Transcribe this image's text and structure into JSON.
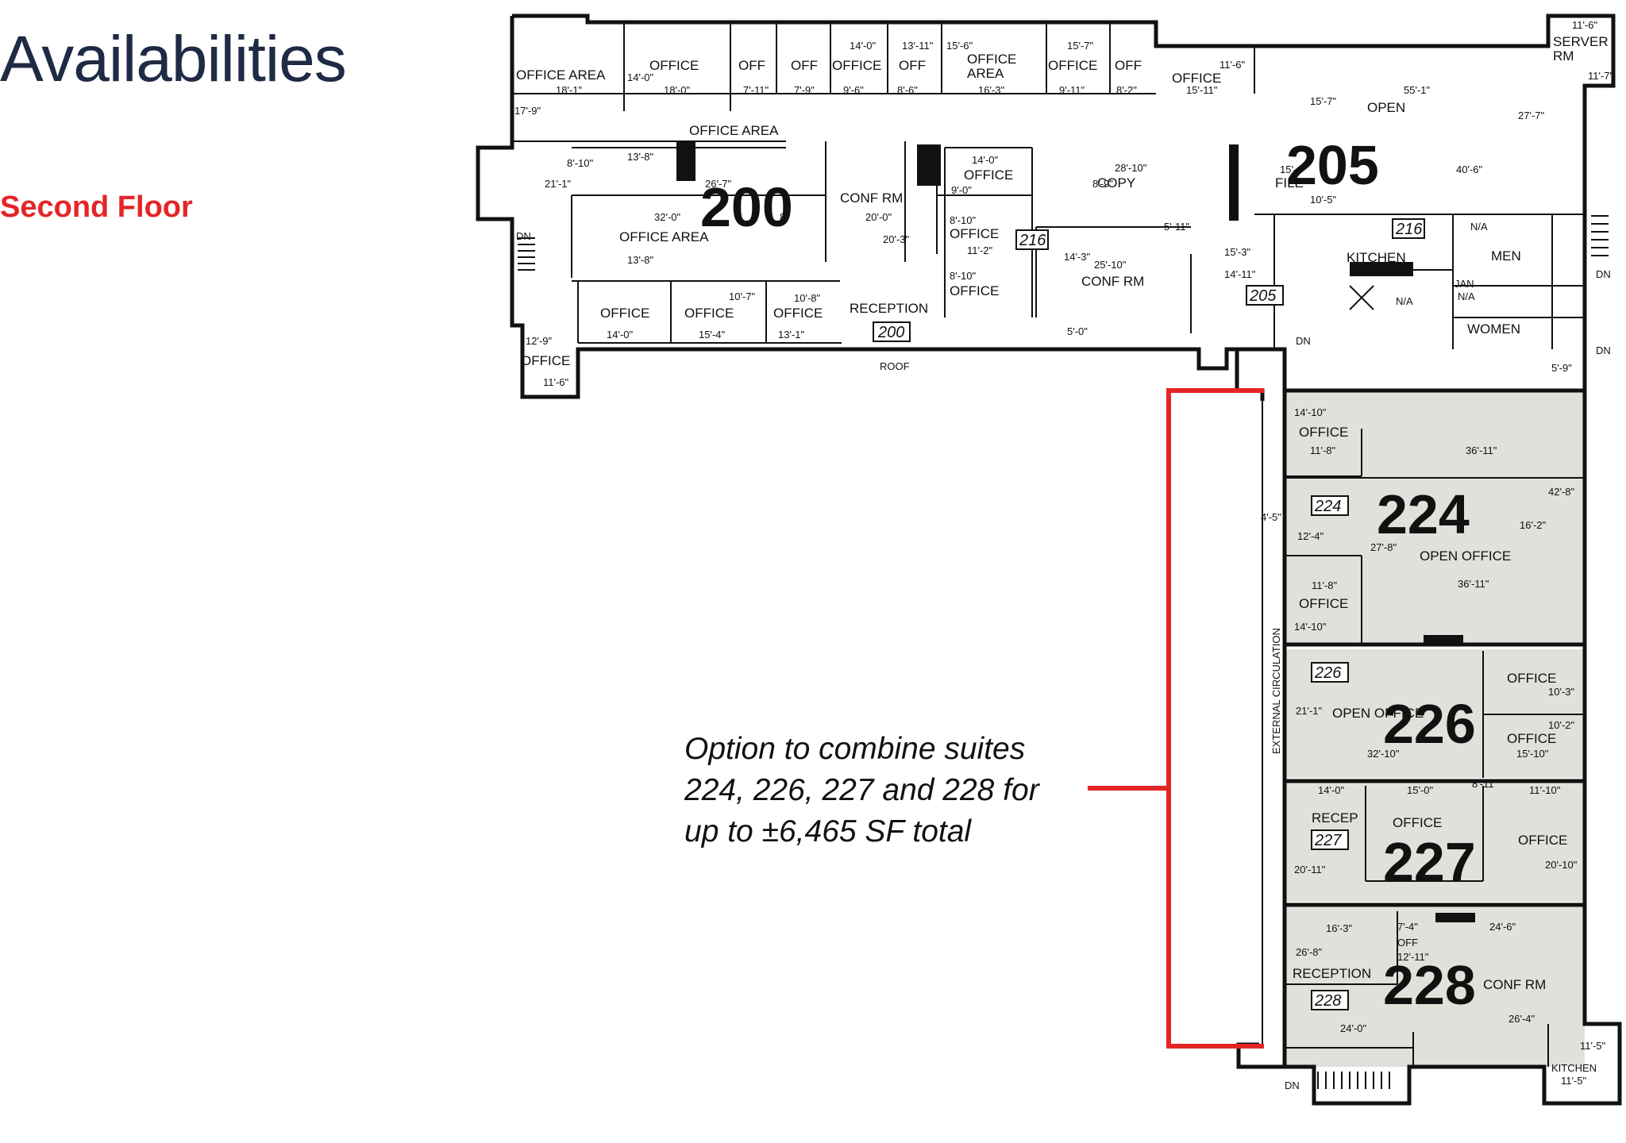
{
  "header": {
    "title": "Availabilities",
    "subtitle": "Second Floor"
  },
  "callout": {
    "lines": [
      "Option to combine suites",
      "224, 226, 227 and 228 for",
      "up to ±6,465 SF total"
    ]
  },
  "colors": {
    "accent": "#e42526",
    "suite_fill": "#e1e0da",
    "wall": "#111111"
  },
  "suites": {
    "s200": "200",
    "s205": "205",
    "s224": "224",
    "s226": "226",
    "s227": "227",
    "s228": "228",
    "s216": "216"
  },
  "rooms": {
    "office_area_1": "OFFICE AREA",
    "office_1": "OFFICE",
    "off_1": "OFF",
    "off_2": "OFF",
    "office_2": "OFFICE",
    "off_3": "OFF",
    "office_area_2": "OFFICE\nAREA",
    "office_3": "OFFICE",
    "off_4": "OFF",
    "office_4": "OFFICE",
    "server_rm": "SERVER\nRM",
    "open": "OPEN",
    "office_area_3": "OFFICE AREA",
    "office_5": "OFFICE",
    "copy": "COPY",
    "file": "FILE",
    "conf_rm_1": "CONF RM",
    "office_area_4": "OFFICE AREA",
    "office_6": "OFFICE",
    "office_7": "OFFICE",
    "conf_rm_2": "CONF RM",
    "kitchen_1": "KITCHEN",
    "men": "MEN",
    "women": "WOMEN",
    "jan": "JAN",
    "na_1": "N/A",
    "na_2": "N/A",
    "na_3": "N/A",
    "office_8": "OFFICE",
    "office_9": "OFFICE",
    "office_10": "OFFICE",
    "reception_1": "RECEPTION",
    "office_11": "OFFICE",
    "roof": "ROOF",
    "dn_1": "DN",
    "dn_2": "DN",
    "dn_3": "DN",
    "dn_4": "DN",
    "dn_5": "DN",
    "office_224a": "OFFICE",
    "open_office_224": "OPEN OFFICE",
    "office_224b": "OFFICE",
    "external_circulation": "EXTERNAL CIRCULATION",
    "office_226a": "OFFICE",
    "open_office_226": "OPEN OFFICE",
    "office_226b": "OFFICE",
    "recep_227": "RECEP",
    "office_227a": "OFFICE",
    "office_227b": "OFFICE",
    "reception_228": "RECEPTION",
    "off_228": "OFF",
    "conf_rm_228": "CONF RM",
    "kitchen_228": "KITCHEN"
  },
  "dims": {
    "d1": "18'-1\"",
    "d2": "14'-0\"",
    "d3": "18'-0\"",
    "d4": "7'-11\"",
    "d5": "7'-9\"",
    "d6": "14'-0\"",
    "d7": "9'-6\"",
    "d8": "13'-11\"",
    "d9": "8'-6\"",
    "d10": "15'-6\"",
    "d11": "16'-3\"",
    "d12": "15'-7\"",
    "d13": "9'-11\"",
    "d14": "8'-2\"",
    "d15": "11'-6\"",
    "d16": "15'-11\"",
    "d17": "11'-6\"",
    "d18": "11'-7\"",
    "d19": "55'-1\"",
    "d20": "15'-7\"",
    "d21": "27'-7\"",
    "d22": "17'-9\"",
    "d23": "8'-10\"",
    "d24": "13'-8\"",
    "d25": "21'-1\"",
    "d26": "26'-7\"",
    "d27": "14'-0\"",
    "d28": "9'-0\"",
    "d29": "28'-10\"",
    "d30": "8'-9\"",
    "d31": "15'-",
    "d32": "40'-6\"",
    "d33": "10'-5\"",
    "d34": "32'-0\"",
    "d35": "13'-8\"",
    "d36": "20'-0\"",
    "d37": "20'-3\"",
    "d38": "8'-10\"",
    "d39": "11'-2\"",
    "d40": "5'-11\"",
    "d41": "14'-3\"",
    "d42": "25'-10\"",
    "d43": "15'-3\"",
    "d44": "14'-11\"",
    "d45": "8'-10\"",
    "d46": "10'-7\"",
    "d47": "10'-8\"",
    "d48": "14'-0\"",
    "d49": "15'-4\"",
    "d50": "13'-1\"",
    "d51": "12'-9\"",
    "d52": "11'-6\"",
    "d53": "5'-0\"",
    "d54": "5'-9\"",
    "d55": "8'",
    "d56": "14'-10\"",
    "d57": "11'-8\"",
    "d58": "36'-11\"",
    "d59": "42'-8\"",
    "d60": "4'-5\"",
    "d61": "16'-2\"",
    "d62": "12'-4\"",
    "d63": "27'-8\"",
    "d64": "36'-11\"",
    "d65": "11'-8\"",
    "d66": "14'-10\"",
    "d67": "10'-3\"",
    "d68": "21'-1\"",
    "d69": "10'-2\"",
    "d70": "15'-10\"",
    "d71": "32'-10\"",
    "d72": "14'-0\"",
    "d73": "15'-0\"",
    "d74": "8'-11\"",
    "d75": "11'-10\"",
    "d76": "20'-11\"",
    "d77": "20'-10\"",
    "d78": "16'-3\"",
    "d79": "7'-4\"",
    "d80": "24'-6\"",
    "d81": "12'-11\"",
    "d82": "26'-8\"",
    "d83": "24'-0\"",
    "d84": "26'-4\"",
    "d85": "11'-5\"",
    "d86": "11'-5\""
  }
}
